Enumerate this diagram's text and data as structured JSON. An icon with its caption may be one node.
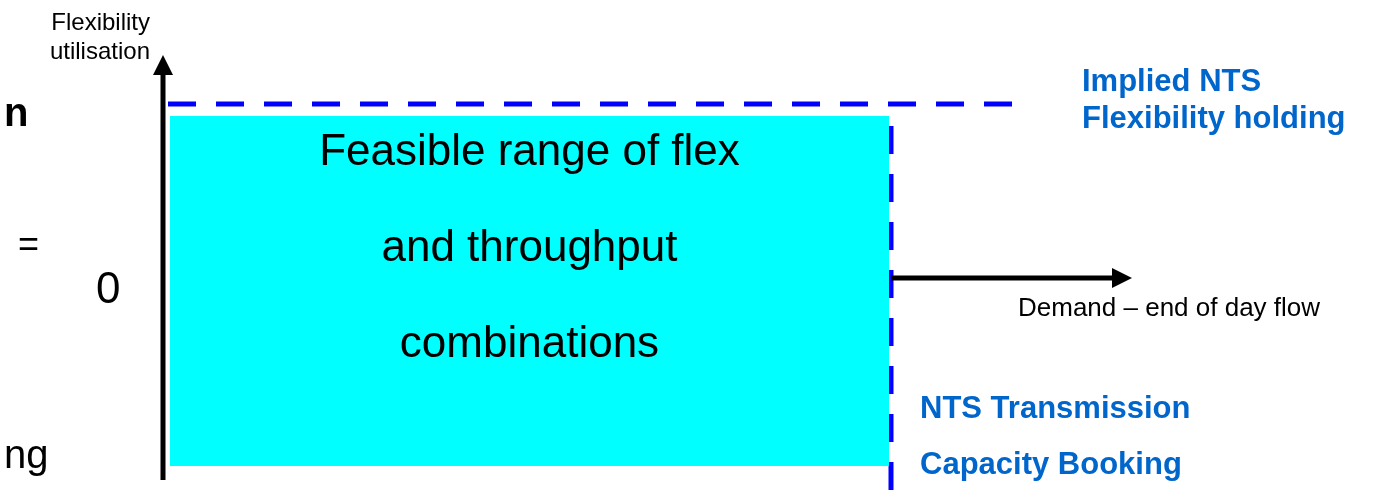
{
  "diagram": {
    "nodes": [
      {
        "text": [
          "Feasible range of flex and throughput combinations"
        ]
      }
    ],
    "edges": [],
    "labels": [
      "Flexibility utilisation",
      "n",
      "Implied NTS Flexibility holding",
      "=",
      "0",
      "Demand – end of day flow",
      "NTS Transmission Capacity Booking",
      "ng"
    ]
  }
}
